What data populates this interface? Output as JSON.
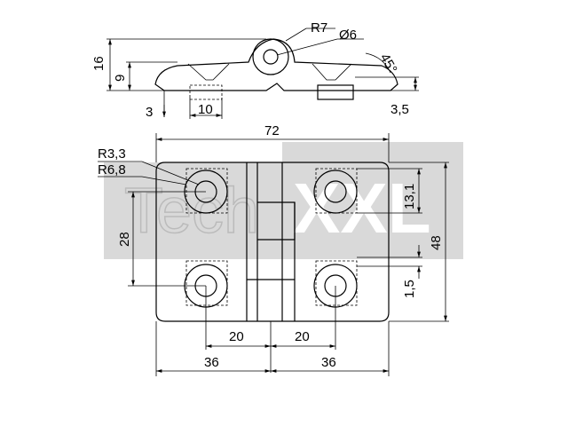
{
  "watermark": {
    "prefix": "Tech",
    "suffix": "XXL",
    "band_color": "#d9d9d9"
  },
  "side_view": {
    "radius_label": "R7",
    "hole_label": "Ø6",
    "angle_label": "45°",
    "total_height": "16",
    "leaf_height": "9",
    "offset_label": "3",
    "width_label": "10",
    "thickness_label": "3,5"
  },
  "front_view": {
    "overall_width": "72",
    "inner_radius": "R3,3",
    "outer_radius": "R6,8",
    "vertical_spacing": "28",
    "slot_height": "13,1",
    "overall_height": "48",
    "slot_offset": "1,5",
    "left_center": "20",
    "right_center": "20",
    "left_half": "36",
    "right_half": "36"
  }
}
